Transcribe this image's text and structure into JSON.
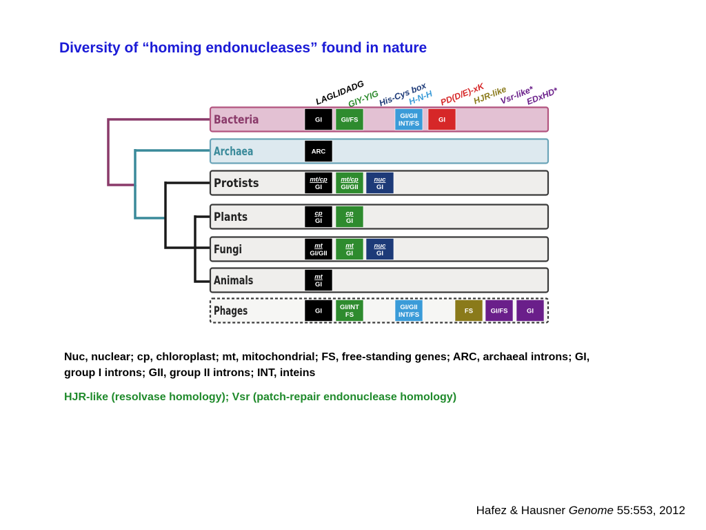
{
  "title": "Diversity of “homing endonucleases” found in nature",
  "columns": [
    {
      "id": "laglidadg",
      "label": "LAGLIDADG",
      "color": "#000000"
    },
    {
      "id": "giyyig",
      "label": "GIY-YIG",
      "color": "#2e8b2e"
    },
    {
      "id": "hiscys",
      "label": "His-Cys box",
      "color": "#1d3a78"
    },
    {
      "id": "hnh",
      "label": "H-N-H",
      "color": "#3a9bd8"
    },
    {
      "id": "pdexk",
      "label": "PD(D/E)-xK",
      "color": "#d62728"
    },
    {
      "id": "hjr",
      "label": "HJR-like",
      "color": "#8a7a1a"
    },
    {
      "id": "vsr",
      "label": "Vsr-like*",
      "color": "#6a1f8a"
    },
    {
      "id": "edxhd",
      "label": "EDxHD*",
      "color": "#6a1f8a"
    }
  ],
  "rows": [
    {
      "name": "Bacteria",
      "style": "bacteria",
      "text_color": "#8a3a6a",
      "cells": [
        {
          "col": "laglidadg",
          "lines": [
            "GI"
          ]
        },
        {
          "col": "giyyig",
          "lines": [
            "GI/FS"
          ]
        },
        {
          "col": "hnh",
          "lines": [
            "GI/GII",
            "INT/FS"
          ]
        },
        {
          "col": "pdexk",
          "lines": [
            "GI"
          ]
        }
      ]
    },
    {
      "name": "Archaea",
      "style": "archaea",
      "text_color": "#3a8a9a",
      "cells": [
        {
          "col": "laglidadg",
          "lines": [
            "ARC"
          ]
        }
      ]
    },
    {
      "name": "Protists",
      "style": "plain",
      "text_color": "#222222",
      "cells": [
        {
          "col": "laglidadg",
          "top": "mt/cp",
          "lines": [
            "GI"
          ]
        },
        {
          "col": "giyyig",
          "top": "mt/cp",
          "lines": [
            "GI/GII"
          ]
        },
        {
          "col": "hiscys",
          "top": "nuc",
          "lines": [
            "GI"
          ]
        }
      ]
    },
    {
      "name": "Plants",
      "style": "plain",
      "text_color": "#222222",
      "cells": [
        {
          "col": "laglidadg",
          "top": "cp",
          "lines": [
            "GI"
          ]
        },
        {
          "col": "giyyig",
          "top": "cp",
          "lines": [
            "GI"
          ]
        }
      ]
    },
    {
      "name": "Fungi",
      "style": "plain",
      "text_color": "#222222",
      "cells": [
        {
          "col": "laglidadg",
          "top": "mt",
          "lines": [
            "GI/GII"
          ]
        },
        {
          "col": "giyyig",
          "top": "mt",
          "lines": [
            "GI"
          ]
        },
        {
          "col": "hiscys",
          "top": "nuc",
          "lines": [
            "GI"
          ]
        }
      ]
    },
    {
      "name": "Animals",
      "style": "plain",
      "text_color": "#222222",
      "cells": [
        {
          "col": "laglidadg",
          "top": "mt",
          "lines": [
            "GI"
          ]
        }
      ]
    },
    {
      "name": "Phages",
      "style": "phages",
      "text_color": "#222222",
      "cells": [
        {
          "col": "laglidadg",
          "lines": [
            "GI"
          ]
        },
        {
          "col": "giyyig",
          "lines": [
            "GI/INT",
            "FS"
          ]
        },
        {
          "col": "hnh",
          "lines": [
            "GI/GII",
            "INT/FS"
          ]
        },
        {
          "col": "hjr",
          "lines": [
            "FS"
          ]
        },
        {
          "col": "vsr",
          "lines": [
            "GI/FS"
          ]
        },
        {
          "col": "edxhd",
          "lines": [
            "GI"
          ]
        }
      ]
    }
  ],
  "tree_colors": {
    "bacteria_branch": "#8a3a6a",
    "archaea_branch": "#3a8a9a",
    "eukaryote_branch": "#1a1a1a"
  },
  "caption": {
    "definitions": "Nuc, nuclear; cp, chloroplast; mt, mitochondrial; FS, free-standing genes; ARC, archaeal introns; GI, group I introns; GII, group II introns; INT, inteins",
    "note": "HJR-like (resolvase homology); Vsr (patch-repair endonuclease homology)"
  },
  "citation": {
    "authors": "Hafez & Hausner",
    "journal": "Genome",
    "reference": "55:553, 2012"
  }
}
